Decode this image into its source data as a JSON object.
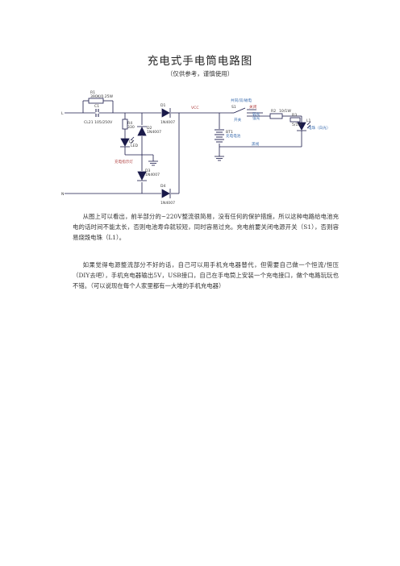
{
  "document": {
    "title": "充电式手电筒电路图",
    "subtitle": "（仅供参考，谨慎使用）",
    "paragraphs": [
      "从图上可以看出，前半部分的~220V整流很简易，没有任何的保护措施，所以这种电路给电池充电的话时间不能太长，否则电池寿命就较短，同时容易过充。充电前要关闭电源开关（S1），否则容易烧毁电珠（L1）。",
      "如果觉得电源整流部分不好的话，自己可以用手机充电器替代，但需要自己做一个恒流/恒压（DIY去吧），手机充电器输出5V，USB接口，自己在手电筒上安装一个充电接口，做个电路玩玩也不错。（可以说现在每个人家里都有一大堆的手机充电器）"
    ]
  },
  "schematic": {
    "terminal_L": "L",
    "terminal_N": "N",
    "r1": {
      "ref": "R1",
      "value": "390K/0.25W"
    },
    "c1": {
      "ref": "C1",
      "value": "CL21 105/250V"
    },
    "r4": {
      "ref": "R4",
      "value": "330"
    },
    "d2": {
      "ref": "D2",
      "value": "1N4007"
    },
    "l2": {
      "ref": "L2",
      "value": "LED"
    },
    "charge_indicator": "充电指示灯",
    "d3": {
      "ref": "D3",
      "value": "1N4007"
    },
    "d1": {
      "ref": "D1",
      "value": "1N4007"
    },
    "d4": {
      "ref": "D4",
      "value": "1N4007"
    },
    "vcc": "VCC",
    "top_note": "共同/双/磁电",
    "s1": {
      "ref": "S1",
      "label": "开关",
      "off": "关闭",
      "low": "弱光",
      "high": "强光"
    },
    "r2": {
      "ref": "R2",
      "value": "10/1W"
    },
    "r3": {
      "ref": "R3",
      "value": "5/1W"
    },
    "bt1": {
      "ref": "BT1",
      "label": "充电电池"
    },
    "l1": {
      "ref": "L1",
      "label": "电珠（白光）"
    },
    "ground_note": "黑线",
    "colors": {
      "wire": "#1a1a4a",
      "component": "#1a1a4a",
      "accent_blue": "#3f6fb0",
      "accent_red": "#b04040"
    }
  }
}
